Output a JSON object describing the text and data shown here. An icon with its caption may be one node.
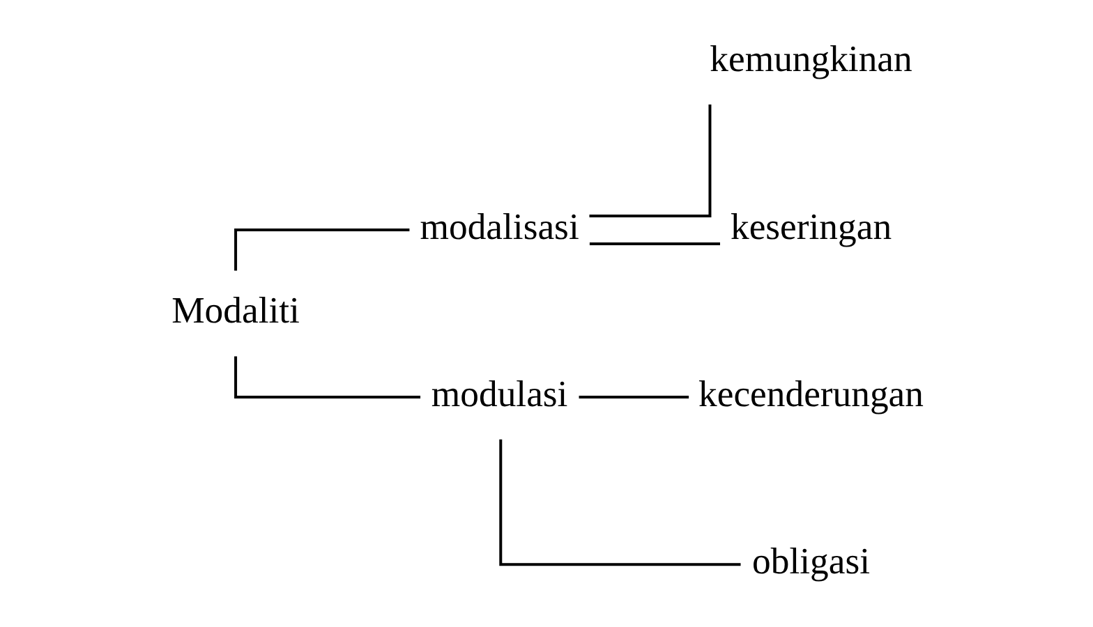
{
  "diagram": {
    "nodes": [
      {
        "text": [
          "Modaliti"
        ]
      },
      {
        "text": [
          "modalisasi"
        ]
      },
      {
        "text": [
          "modulasi"
        ]
      },
      {
        "text": [
          "kemungkinan"
        ]
      },
      {
        "text": [
          "keseringan"
        ]
      },
      {
        "text": [
          "kecenderungan"
        ]
      },
      {
        "text": [
          "obligasi"
        ]
      }
    ],
    "edges": [
      {
        "from": 0,
        "to": 1,
        "arrow": "none"
      },
      {
        "from": 0,
        "to": 2,
        "arrow": "none"
      },
      {
        "from": 1,
        "to": 3,
        "arrow": "none"
      },
      {
        "from": 1,
        "to": 4,
        "arrow": "none"
      },
      {
        "from": 2,
        "to": 5,
        "arrow": "none"
      },
      {
        "from": 2,
        "to": 6,
        "arrow": "none"
      }
    ]
  }
}
